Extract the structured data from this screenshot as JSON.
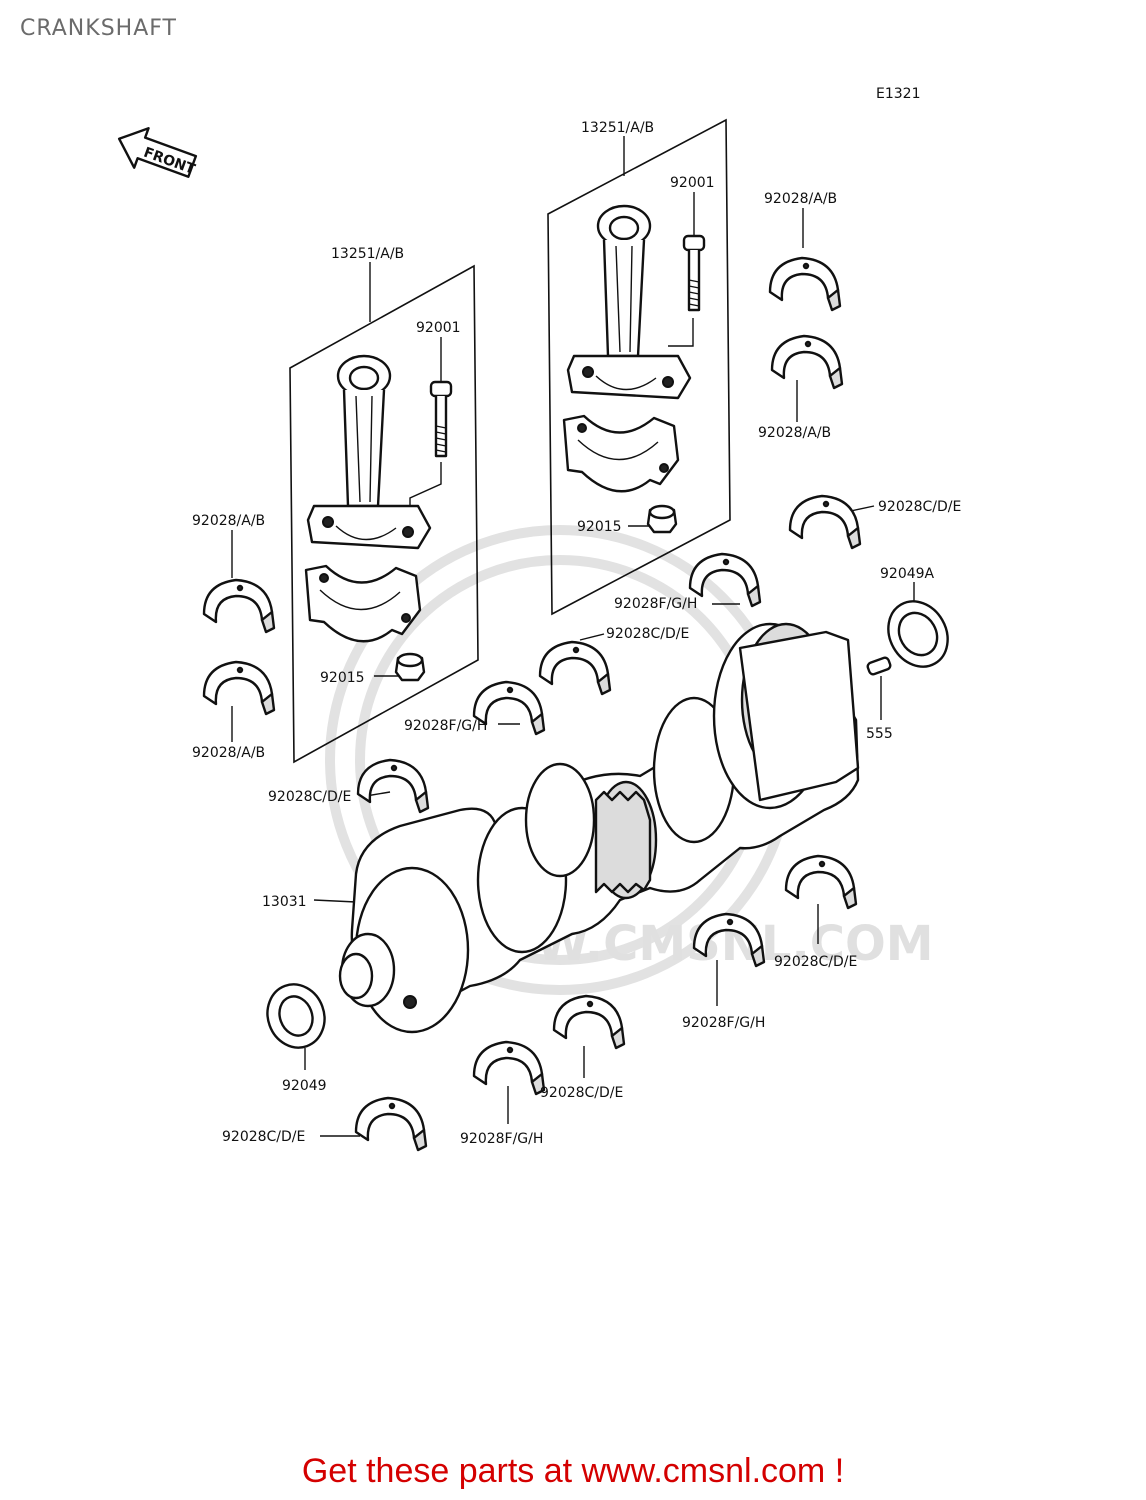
{
  "title": "CRANKSHAFT",
  "diagram_code": "E1321",
  "front_label": "FRONT",
  "watermark": "WWW.CMSNL.COM",
  "promo": "Get these parts at www.cmsnl.com !",
  "labels": {
    "conrod_left": "13251/A/B",
    "conrod_right": "13251/A/B",
    "bolt_left": "92001",
    "bolt_right": "92001",
    "nut_left": "92015",
    "nut_right": "92015",
    "bearing_ab_1": "92028/A/B",
    "bearing_ab_2": "92028/A/B",
    "bearing_ab_3": "92028/A/B",
    "bearing_ab_4": "92028/A/B",
    "bearing_cde_1": "92028C/D/E",
    "bearing_cde_2": "92028C/D/E",
    "bearing_cde_3": "92028C/D/E",
    "bearing_cde_4": "92028C/D/E",
    "bearing_cde_5": "92028C/D/E",
    "bearing_cde_6": "92028C/D/E",
    "bearing_fgh_1": "92028F/G/H",
    "bearing_fgh_2": "92028F/G/H",
    "bearing_fgh_3": "92028F/G/H",
    "bearing_fgh_4": "92028F/G/H",
    "seal_right": "92049A",
    "pin": "555",
    "crankshaft": "13031",
    "seal_left": "92049"
  }
}
